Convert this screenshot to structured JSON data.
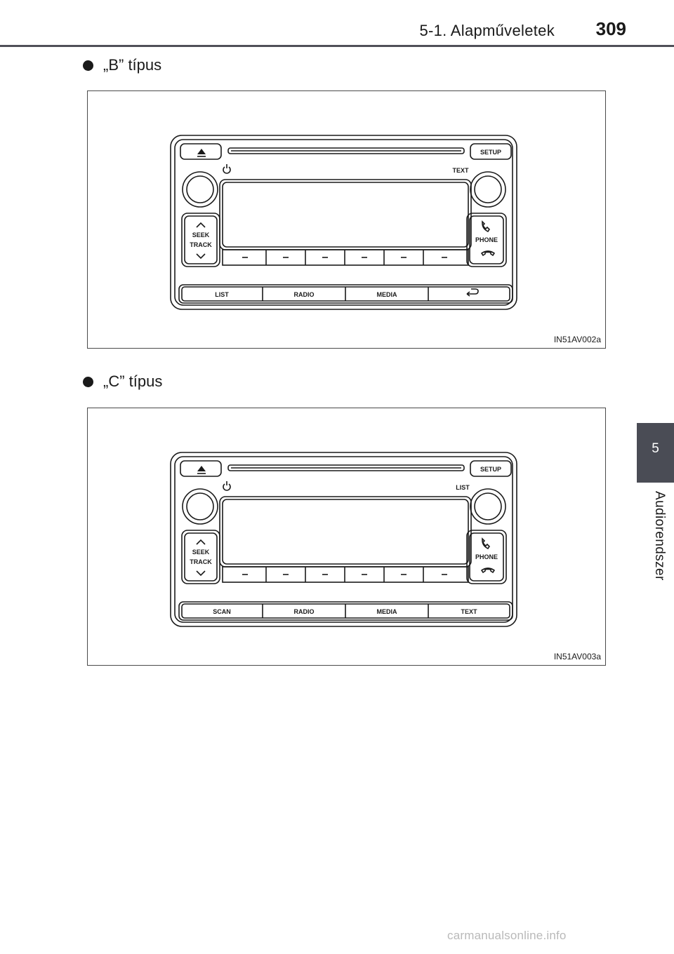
{
  "header": {
    "section": "5-1. Alapműveletek",
    "page_number": "309"
  },
  "side_tab": {
    "number": "5",
    "label": "Audiorendszer"
  },
  "figures": [
    {
      "caption": "„B” típus",
      "code": "IN51AV002a",
      "labels": {
        "setup": "SETUP",
        "top_right": "TEXT",
        "seek": "SEEK",
        "track": "TRACK",
        "phone": "PHONE"
      },
      "bottom_buttons": [
        "LIST",
        "RADIO",
        "MEDIA"
      ],
      "last_button_icon": "back-arrow-icon"
    },
    {
      "caption": "„C” típus",
      "code": "IN51AV003a",
      "labels": {
        "setup": "SETUP",
        "top_right": "LIST",
        "seek": "SEEK",
        "track": "TRACK",
        "phone": "PHONE"
      },
      "bottom_buttons": [
        "SCAN",
        "RADIO",
        "MEDIA",
        "TEXT"
      ]
    }
  ],
  "watermark": "carmanualsonline.info"
}
